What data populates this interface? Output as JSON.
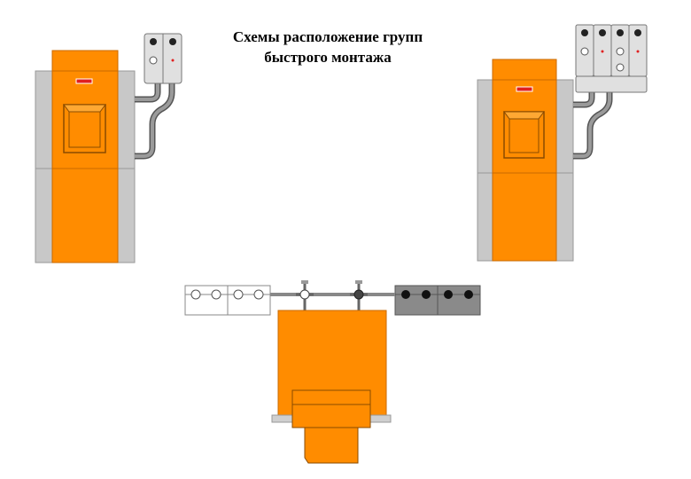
{
  "title": {
    "line1": "Схемы расположение групп",
    "line2": "быстрого монтажа"
  },
  "colors": {
    "boiler_orange": "#ff8c00",
    "boiler_outline": "#c86a00",
    "casing_grey": "#c8c8c8",
    "pipe_grey": "#808080",
    "module_light": "#e0e0e0",
    "module_dark": "#8a8a8a",
    "logo_red": "#e02020"
  },
  "diagrams": [
    {
      "view": "front",
      "boiler_label": "left boiler",
      "pump_groups": 2
    },
    {
      "view": "front",
      "boiler_label": "right boiler",
      "pump_groups": 4
    },
    {
      "view": "top",
      "boiler_label": "bottom boiler",
      "pump_groups": 4
    }
  ]
}
